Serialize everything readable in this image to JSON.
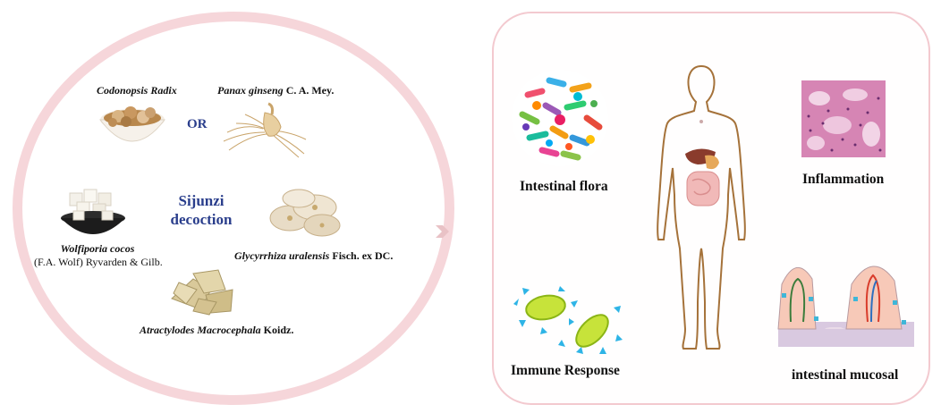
{
  "herbs": {
    "codonopsis": {
      "italic": "Codonopsis Radix",
      "rest": ""
    },
    "ginseng": {
      "italic": "Panax ginseng",
      "rest": " C. A. Mey."
    },
    "or_label": "OR",
    "formula_line1": "Sijunzi",
    "formula_line2": "decoction",
    "wolfiporia_line1": "Wolfiporia cocos",
    "wolfiporia_line2": "(F.A. Wolf) Ryvarden & Gilb.",
    "glycyrrhiza": {
      "italic": "Glycyrrhiza uralensis",
      "rest": " Fisch. ex DC."
    },
    "atractylodes": {
      "italic": "Atractylodes Macrocephala",
      "rest": " Koidz."
    }
  },
  "effects": {
    "flora": "Intestinal flora",
    "inflammation": "Inflammation",
    "immune": "Immune Response",
    "mucosal": "intestinal mucosal"
  },
  "colors": {
    "circle": "#f6d6da",
    "panel_border": "#f3c9cf",
    "title": "#2a3e8c",
    "arrow": "#e9c2c6",
    "body_outline": "#a5723a"
  }
}
